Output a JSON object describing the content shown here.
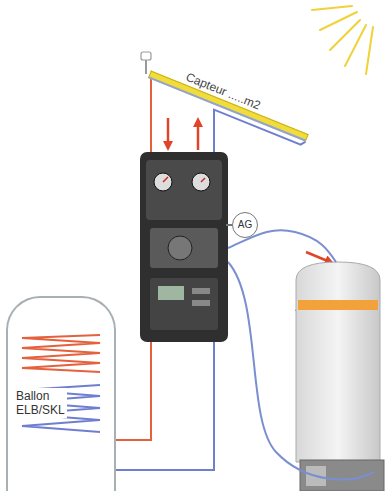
{
  "diagram": {
    "nodes": [
      {
        "text": [
          "Capteur .....m2"
        ]
      },
      {
        "text": [
          "AG"
        ]
      },
      {
        "text": [
          "Ballon ELB/SKL"
        ]
      }
    ],
    "edges": [
      {
        "from": 0,
        "to": 2,
        "arrow": "none"
      },
      {
        "from": 2,
        "to": 0,
        "arrow": "none"
      }
    ]
  }
}
